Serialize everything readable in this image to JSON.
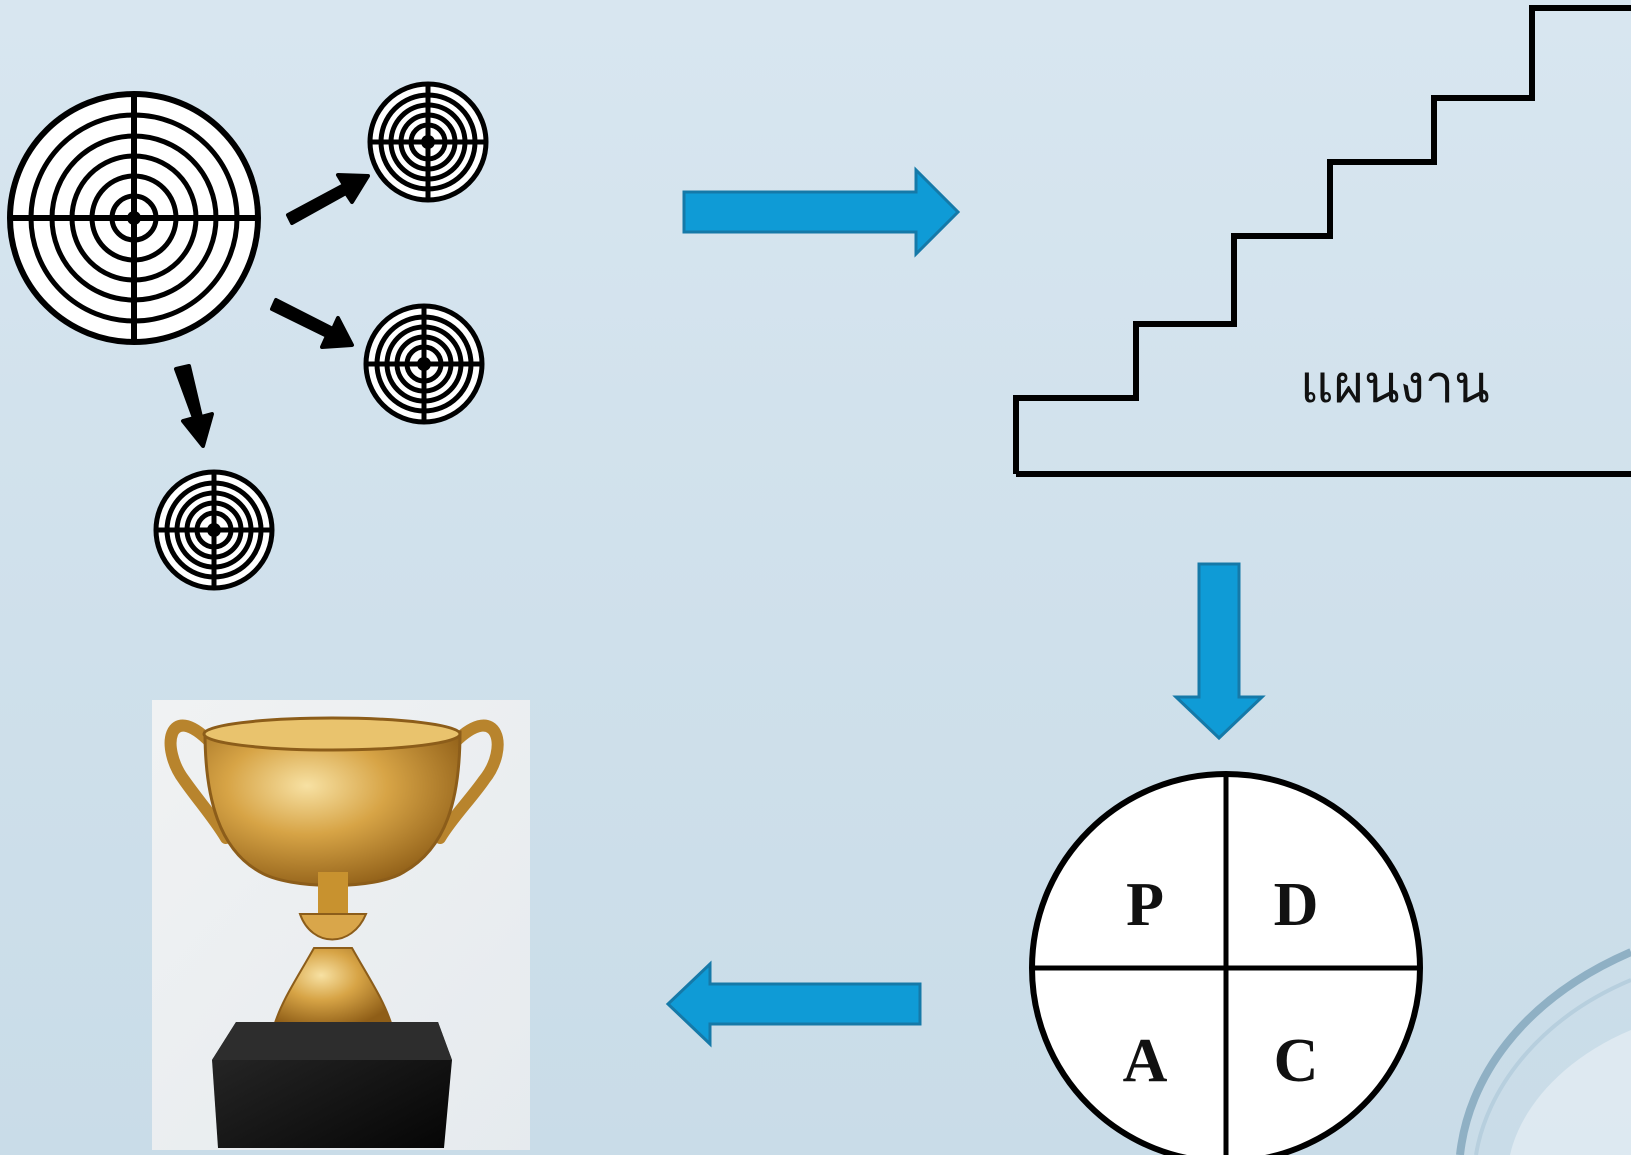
{
  "diagram": {
    "plan_label": "แผนงาน",
    "pdca": {
      "p": "P",
      "d": "D",
      "c": "C",
      "a": "A"
    }
  },
  "colors": {
    "background": "#d3e3ee",
    "arrow_blue": "#0f9bd6",
    "arrow_border": "#1579a8",
    "ink": "#000000",
    "trophy_gold": "#c9962f",
    "trophy_base": "#141414"
  },
  "icons": {
    "targets": "bullseye-target-icon",
    "stairs": "staircase-icon",
    "trophy": "trophy-icon"
  }
}
